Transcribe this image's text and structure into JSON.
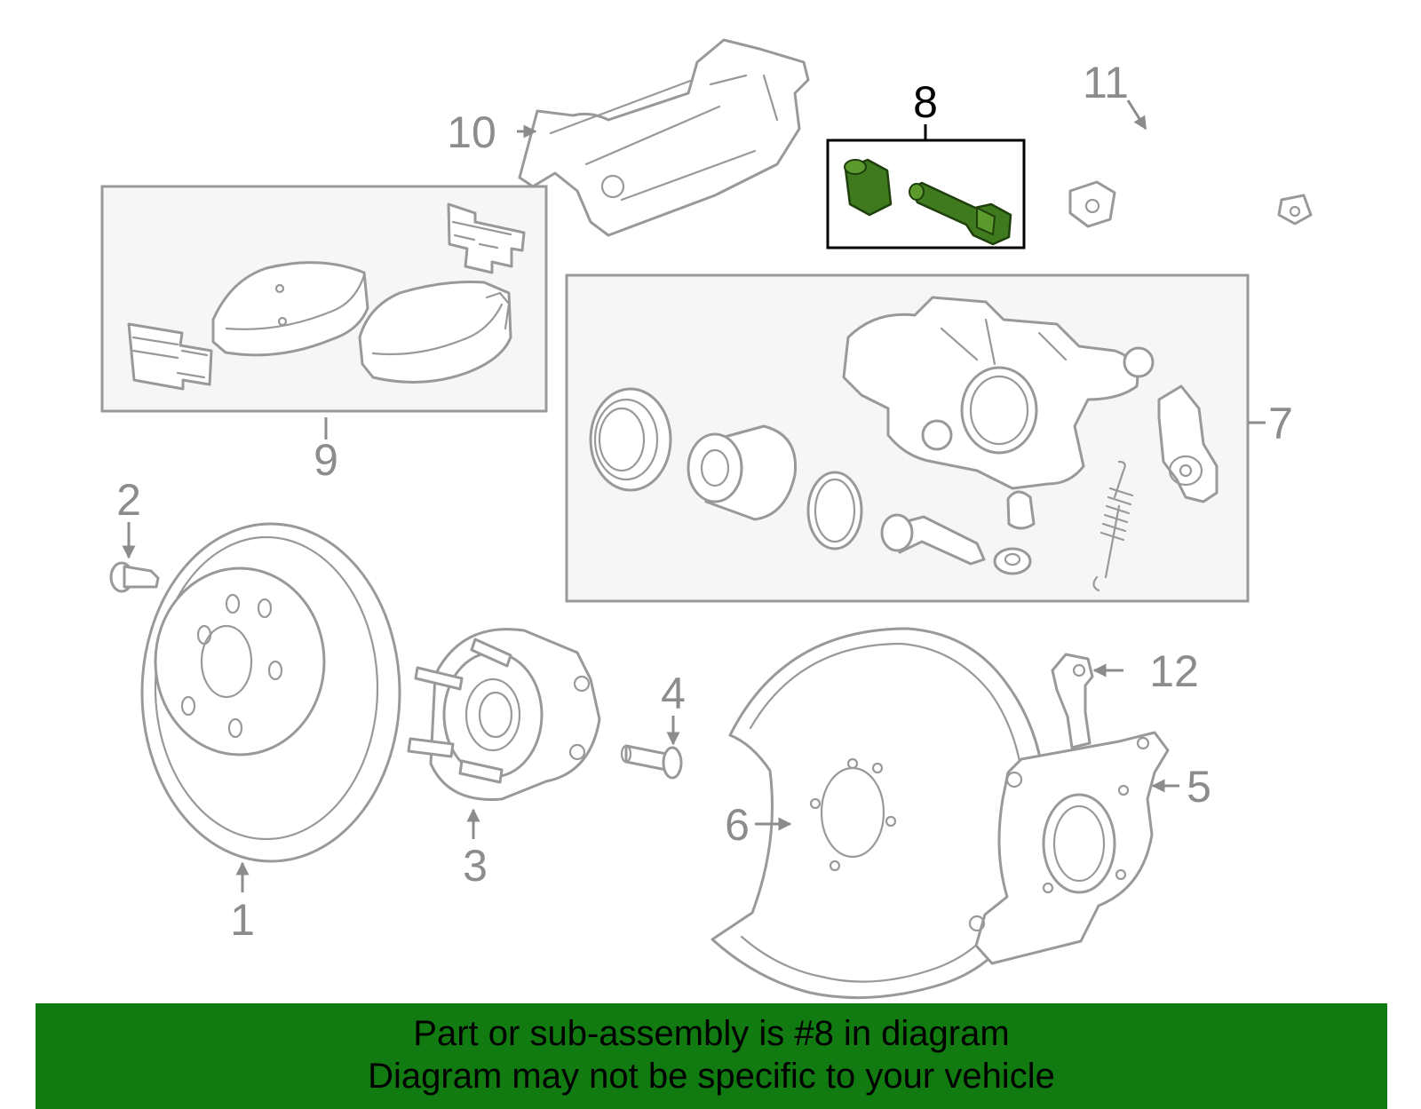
{
  "diagram": {
    "highlighted_part": "8",
    "highlight_color": "#3f7a1e",
    "callouts": [
      "1",
      "2",
      "3",
      "4",
      "5",
      "6",
      "7",
      "8",
      "9",
      "10",
      "11",
      "12"
    ]
  },
  "banner": {
    "background_color": "#117a11",
    "line1": "Part or sub-assembly is #8 in diagram",
    "line2": "Diagram may not be specific to your vehicle"
  }
}
